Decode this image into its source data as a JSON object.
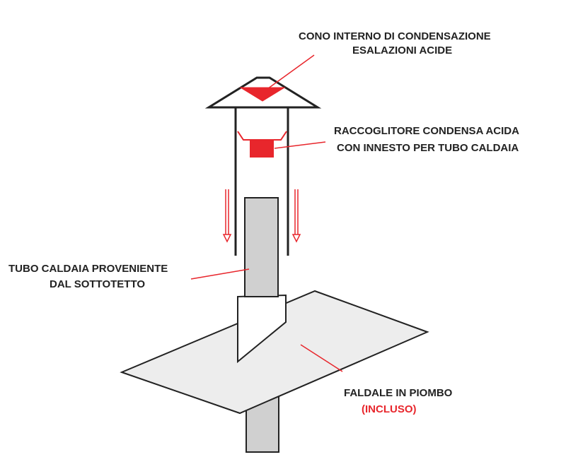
{
  "labels": {
    "cone": {
      "line1": "CONO INTERNO DI CONDENSAZIONE",
      "line2": "ESALAZIONI ACIDE"
    },
    "collector": {
      "line1": "RACCOGLITORE CONDENSA ACIDA",
      "line2": "CON INNESTO PER TUBO CALDAIA"
    },
    "pipe": {
      "line1": "TUBO CALDAIA PROVENIENTE",
      "line2": "DAL SOTTOTETTO"
    },
    "flashing": {
      "line1": "FALDALE IN PIOMBO",
      "line2": "(INCLUSO)"
    }
  },
  "colors": {
    "accent_red": "#e8262c",
    "outline": "#222222",
    "grey_fill": "#d0d0d0",
    "light_grey_fill": "#ededed"
  }
}
